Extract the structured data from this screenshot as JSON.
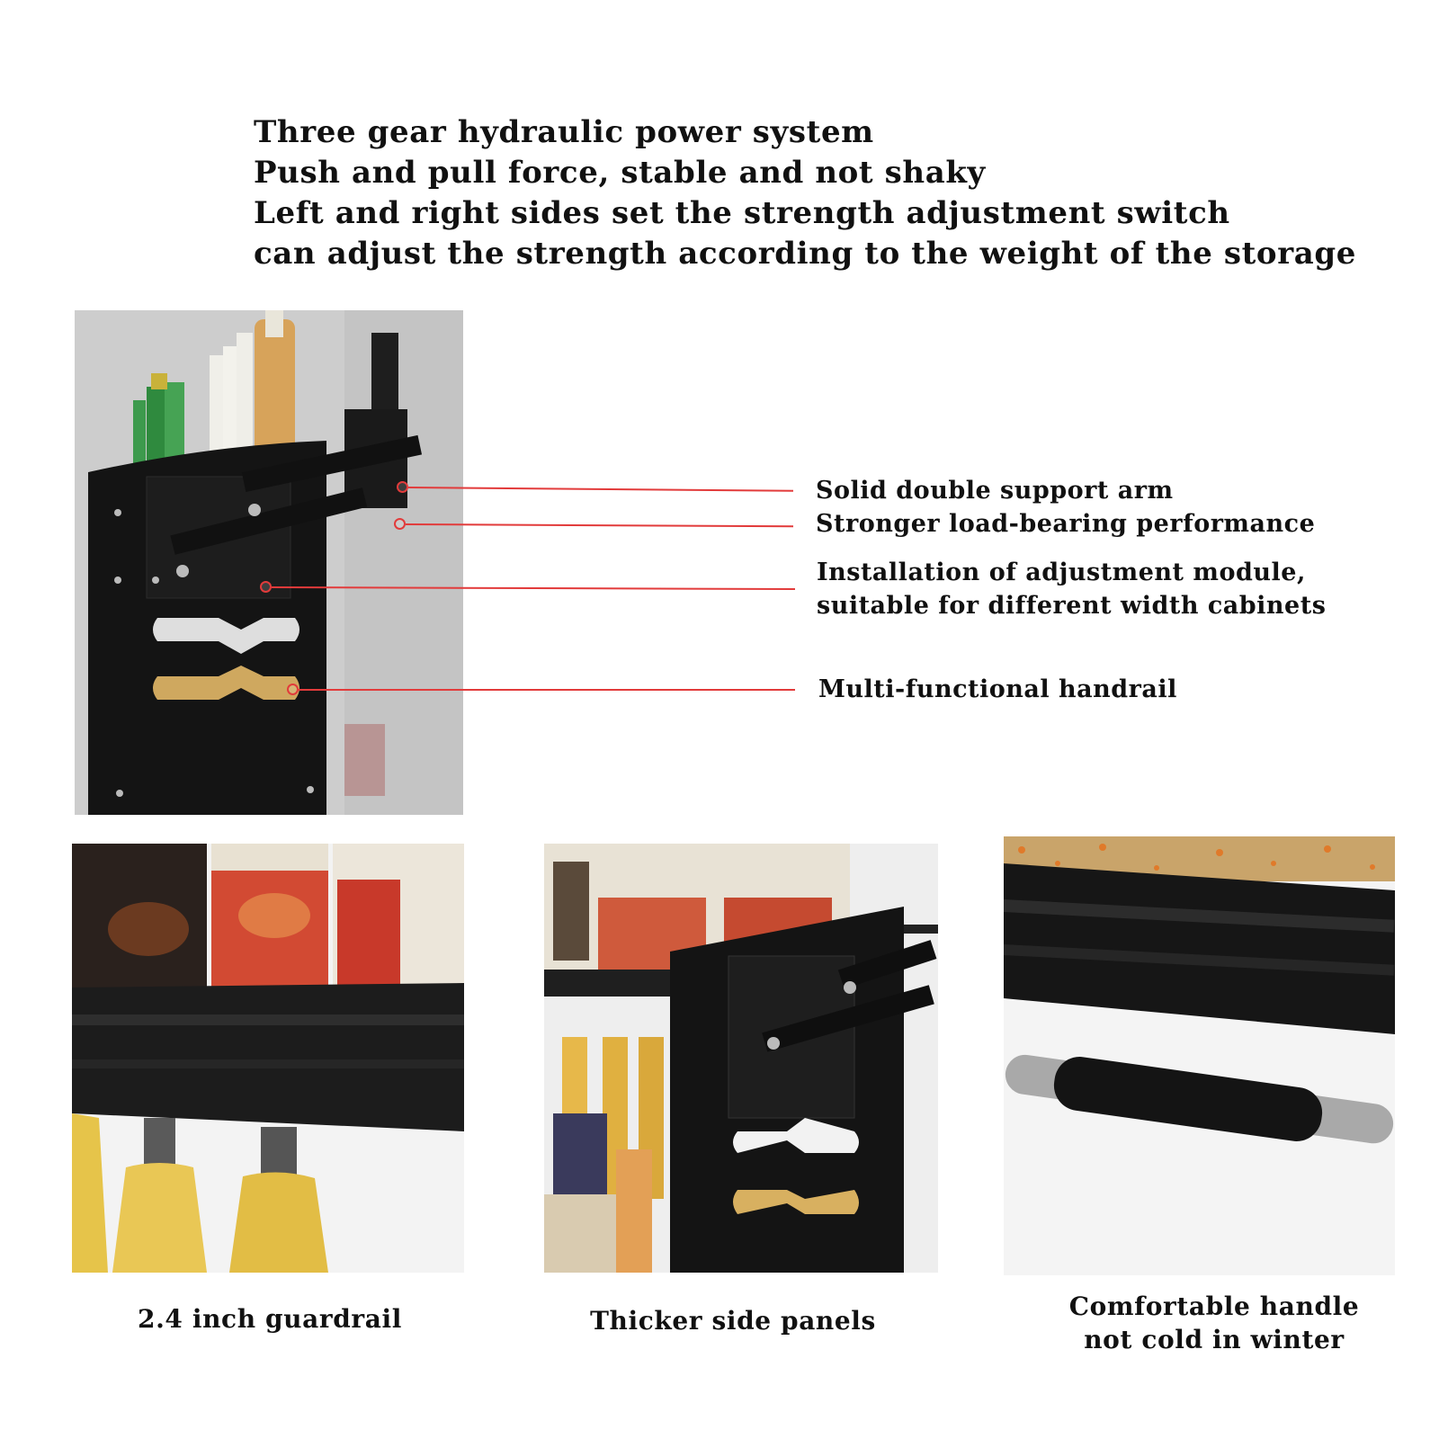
{
  "headline": {
    "line1": "Three gear hydraulic power system",
    "line2": "Push and pull force, stable and not shaky",
    "line3": "Left and right sides set the strength adjustment switch",
    "line4": "can adjust the strength according to the weight of the storage"
  },
  "callouts": {
    "support_arm_line1": "Solid double support arm",
    "support_arm_line2": "Stronger load-bearing performance",
    "module_line1": "Installation of adjustment module,",
    "module_line2": "suitable for different width cabinets",
    "handrail": "Multi-functional handrail"
  },
  "captions": {
    "guardrail": "2.4 inch guardrail",
    "side_panels": "Thicker side panels",
    "handle_line1": "Comfortable handle",
    "handle_line2": "not cold in winter"
  },
  "colors": {
    "callout_red": "#e23b3b",
    "panel_black": "#141414"
  }
}
